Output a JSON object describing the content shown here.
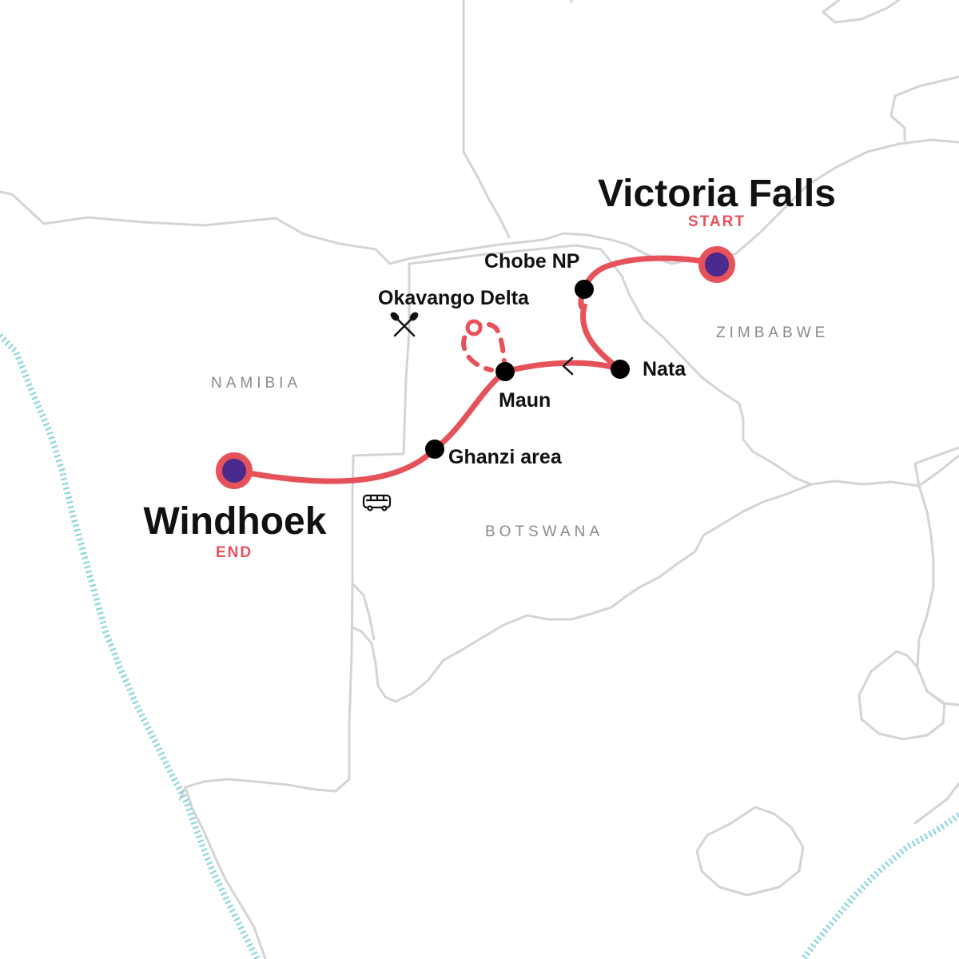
{
  "map": {
    "countries": [
      {
        "id": "namibia",
        "label": "NAMIBIA"
      },
      {
        "id": "botswana",
        "label": "BOTSWANA"
      },
      {
        "id": "zimbabwe",
        "label": "ZIMBABWE"
      }
    ],
    "start": {
      "name": "Victoria Falls",
      "label": "START"
    },
    "end": {
      "name": "Windhoek",
      "label": "END"
    },
    "stops": [
      {
        "id": "chobe",
        "name": "Chobe NP"
      },
      {
        "id": "nata",
        "name": "Nata"
      },
      {
        "id": "maun",
        "name": "Maun"
      },
      {
        "id": "ghanzi",
        "name": "Ghanzi area"
      },
      {
        "id": "okavango",
        "name": "Okavango Delta"
      }
    ],
    "icons": {
      "activity": "crossed-paddles-icon",
      "transport": "bus-icon",
      "direction": "direction-arrow-icon"
    },
    "colors": {
      "route": "#e6525a",
      "endpoint_fill": "#4a2a8c",
      "stop_dot": "#000000",
      "border": "#d4d4d4",
      "coast": "#7fd3df",
      "accent_text": "#e6525a"
    }
  }
}
